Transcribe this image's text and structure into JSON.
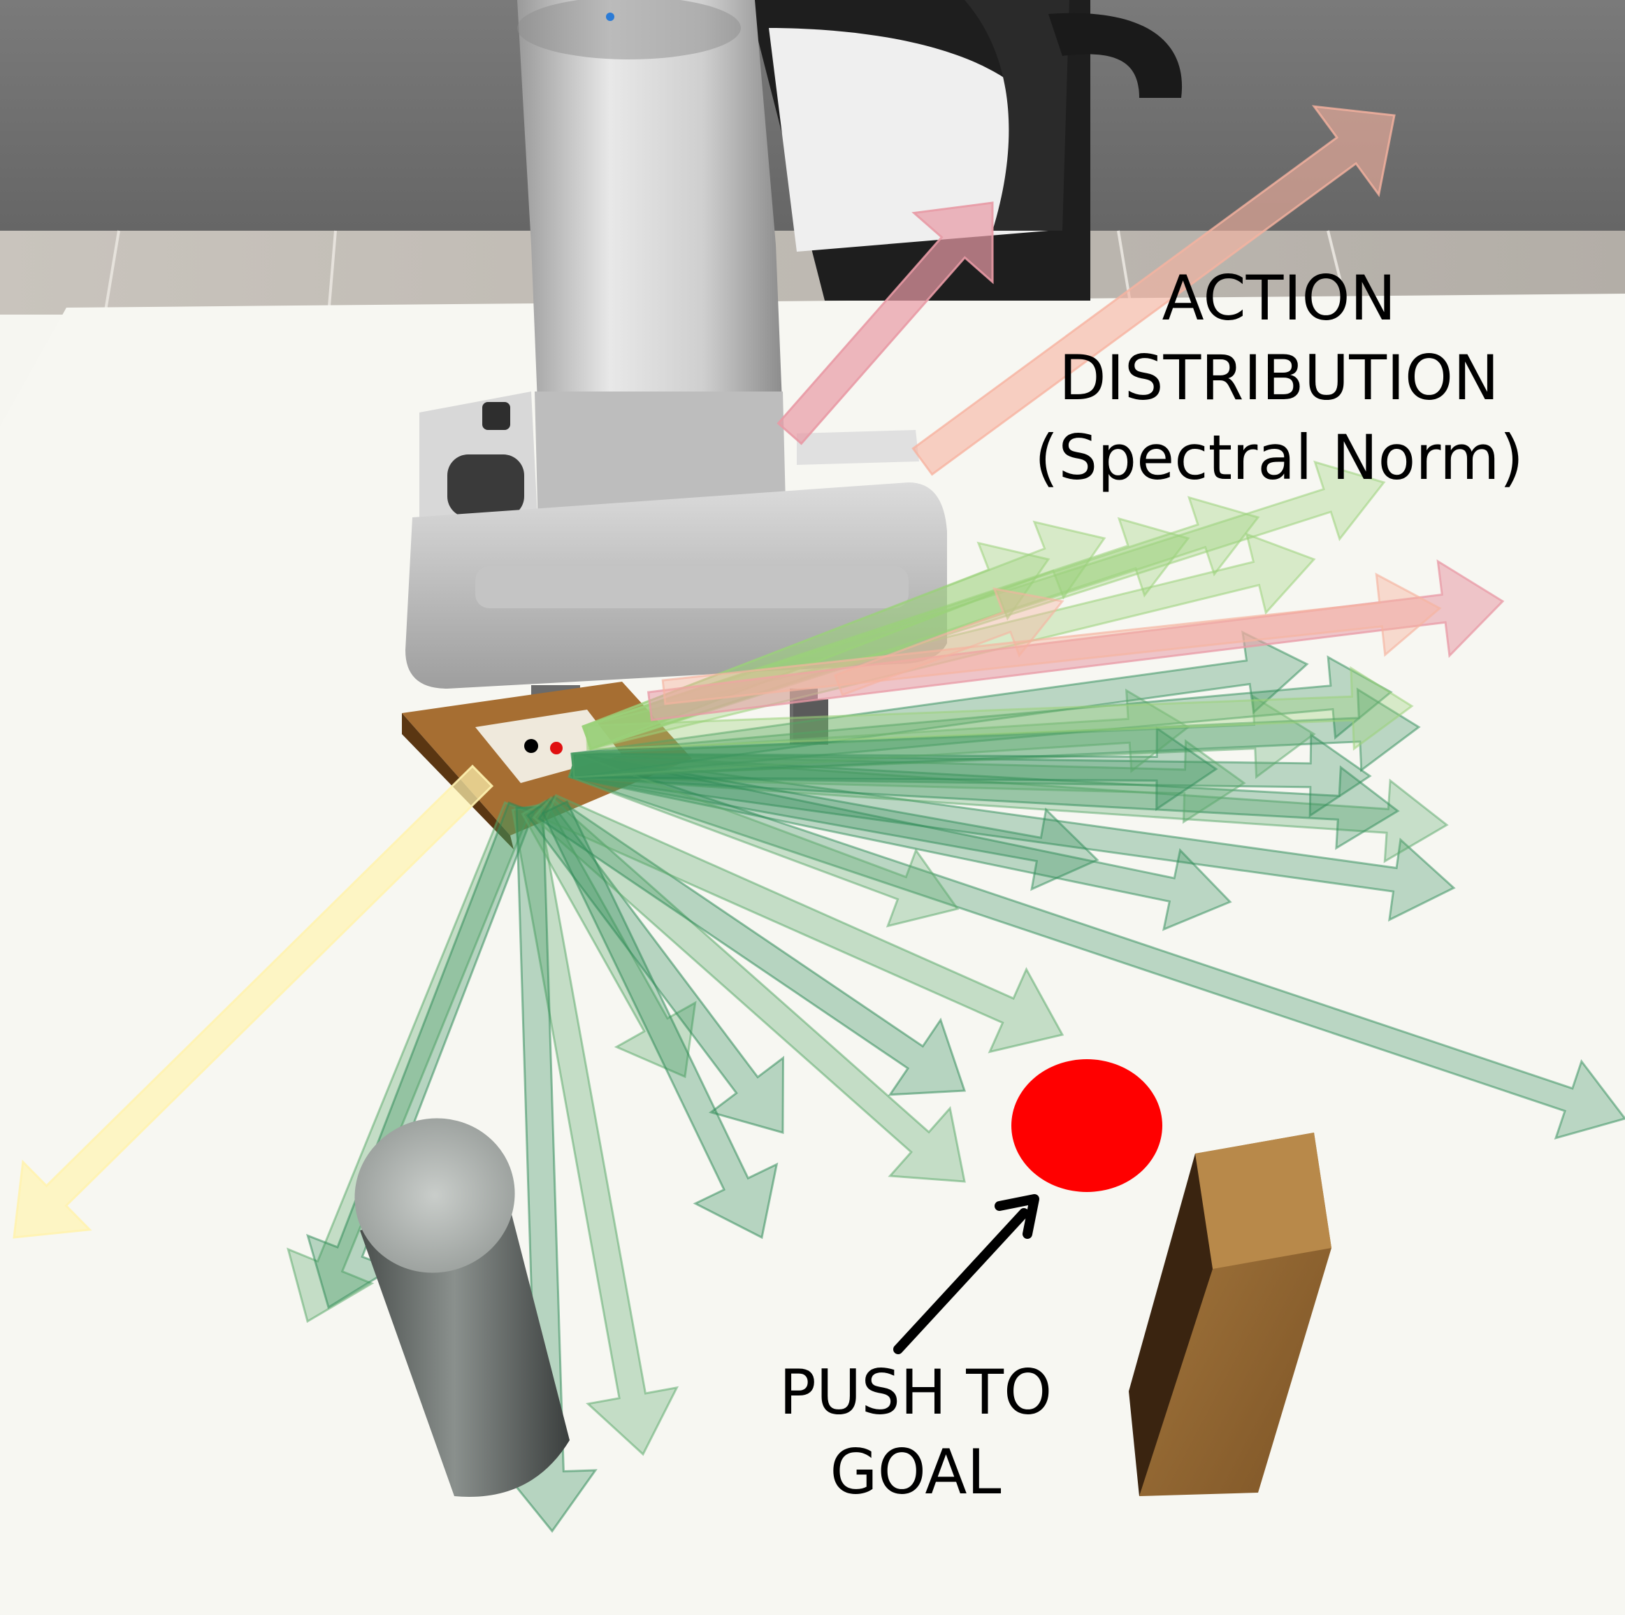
{
  "annotations": {
    "action_distribution": {
      "line1": "ACTION",
      "line2": "DISTRIBUTION",
      "line3": "(Spectral Norm)"
    },
    "push_to_goal": {
      "line1": "PUSH TO",
      "line2": "GOAL"
    }
  },
  "scene": {
    "goal_marker_color": "#ff0000",
    "arrow_palette": [
      "#2e8b57",
      "#5aa86a",
      "#9bd17a",
      "#e89aa5",
      "#f6b3a0",
      "#fff3b0"
    ],
    "objects": [
      "robot-arm",
      "gripper",
      "wooden-frame",
      "gray-cylinder",
      "wooden-block",
      "goal-dot"
    ]
  }
}
